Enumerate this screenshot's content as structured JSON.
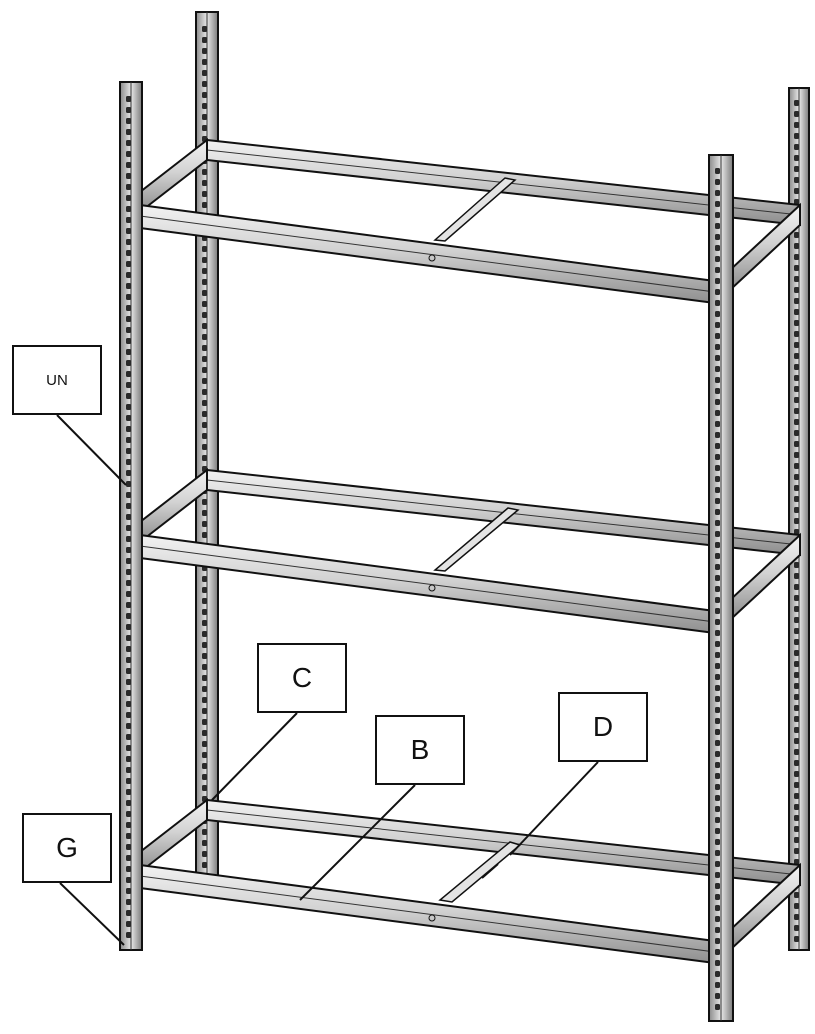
{
  "labels": {
    "un": "UN",
    "c": "C",
    "b": "B",
    "d": "D",
    "g": "G"
  },
  "colors": {
    "line": "#111111",
    "metal_light": "#e6e6e6",
    "metal_mid": "#bdbdbd",
    "metal_dark": "#5a5a5a",
    "background": "#ffffff"
  }
}
